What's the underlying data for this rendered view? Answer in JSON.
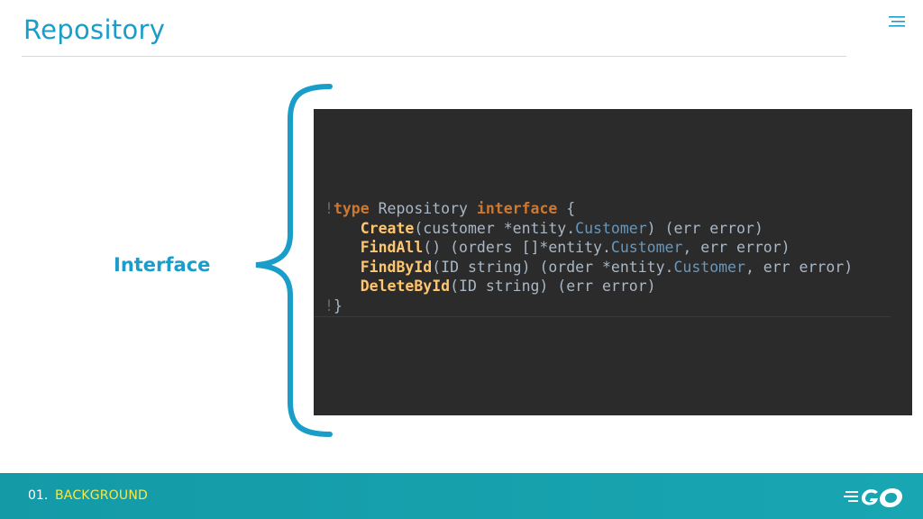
{
  "slide": {
    "title": "Repository",
    "label": "Interface"
  },
  "code": {
    "lines": [
      {
        "gutter": "!",
        "kw": "type",
        "name": " Repository ",
        "kw2": "interface",
        "rest": " {"
      },
      {
        "fn": "Create",
        "pre": "(customer *entity.",
        "ent": "Customer",
        "post": ") (err error)"
      },
      {
        "fn": "FindAll",
        "pre": "() (orders []*entity.",
        "ent": "Customer",
        "post": ", err error)"
      },
      {
        "fn": "FindById",
        "pre": "(ID string) (order *entity.",
        "ent": "Customer",
        "post": ", err error)"
      },
      {
        "fn": "DeleteById",
        "pre": "(ID string) (err error)",
        "ent": "",
        "post": ""
      },
      {
        "gutter": "!",
        "rest": "}"
      }
    ]
  },
  "footer": {
    "number": "01.",
    "section": "BACKGROUND",
    "logo": "GO"
  },
  "colors": {
    "accent": "#1a9ec9",
    "footer_bg": "#18a6b2",
    "footer_section": "#f4e94a",
    "code_bg": "#2b2b2b"
  },
  "icons": {
    "menu": "menu-lines-icon",
    "brace": "curly-brace-icon",
    "logo": "go-logo-icon"
  }
}
